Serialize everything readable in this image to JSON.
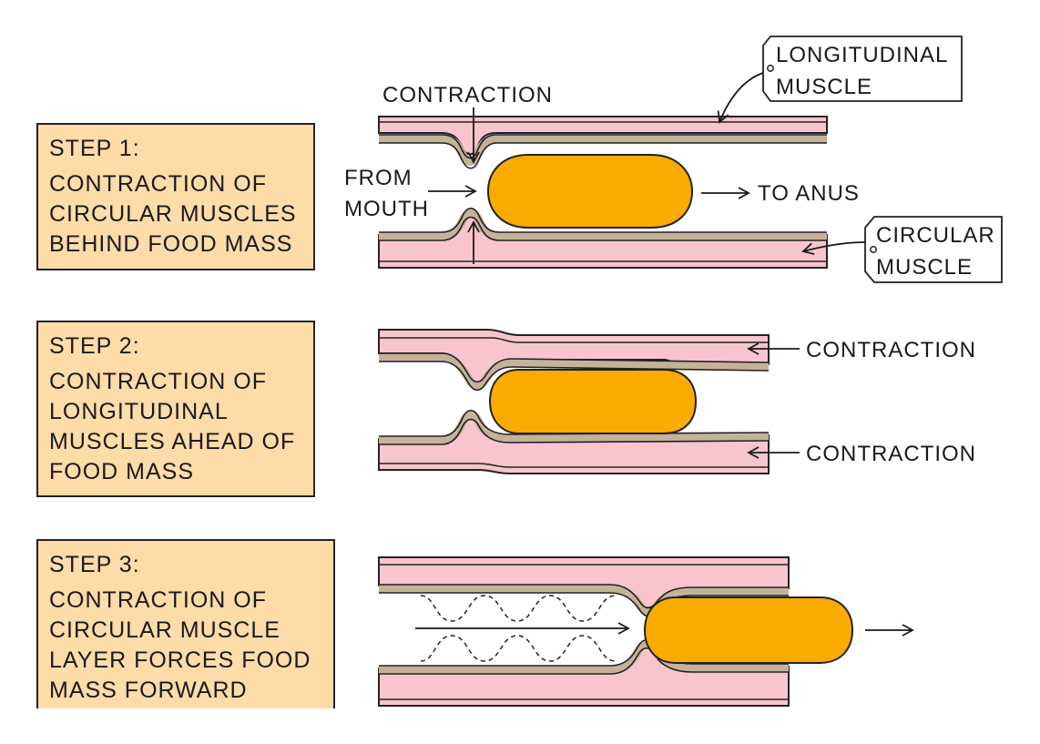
{
  "steps": [
    {
      "title": "STEP 1:",
      "lines": [
        "CONTRACTION  OF",
        "CIRCULAR  MUSCLES",
        "BEHIND  FOOD  MASS"
      ]
    },
    {
      "title": "STEP 2:",
      "lines": [
        "CONTRACTION  OF",
        "LONGITUDINAL",
        "MUSCLES  AHEAD  OF",
        "FOOD  MASS"
      ]
    },
    {
      "title": "STEP 3:",
      "lines": [
        "CONTRACTION  OF",
        "CIRCULAR  MUSCLE",
        "LAYER  FORCES  FOOD",
        "MASS FORWARD"
      ]
    }
  ],
  "labels": {
    "contraction_top": "CONTRACTION",
    "longitudinal_1": "LONGITUDINAL",
    "longitudinal_2": "MUSCLE",
    "from_1": "FROM",
    "from_2": "MOUTH",
    "to_anus": "TO ANUS",
    "circular_1": "CIRCULAR",
    "circular_2": "MUSCLE",
    "contraction_upper": "CONTRACTION",
    "contraction_lower": "CONTRACTION"
  },
  "colors": {
    "step_box": "#fddcaa",
    "muscle": "#f8c5ce",
    "lining": "#c4b29a",
    "food": "#fbaa00"
  }
}
